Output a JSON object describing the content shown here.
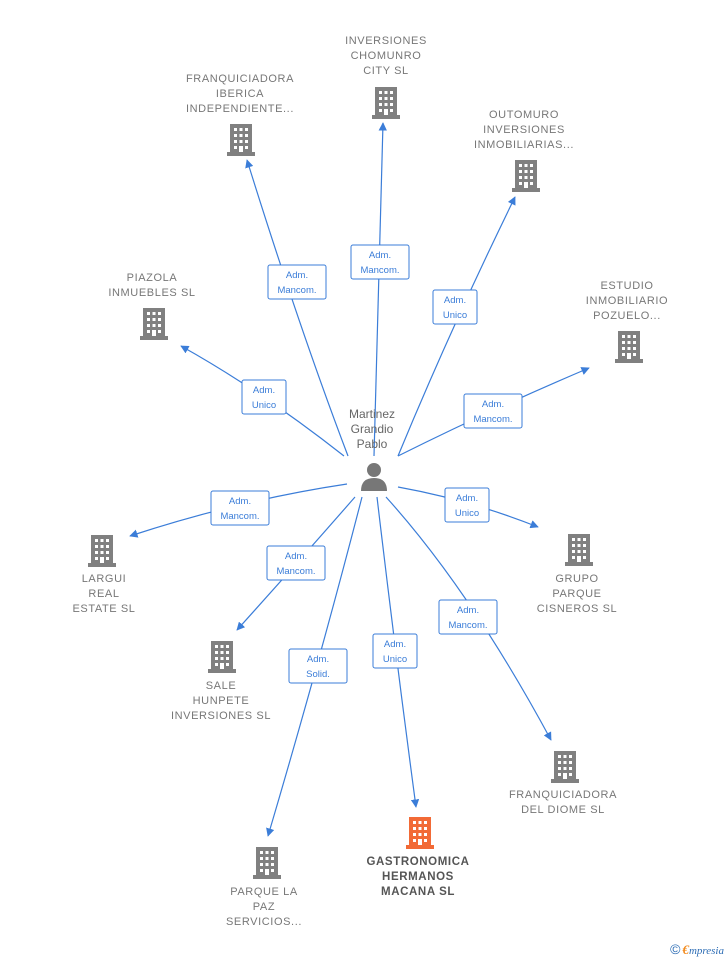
{
  "center": {
    "name_lines": [
      "Martinez",
      "Grandio",
      "Pablo"
    ],
    "icon": "person-icon"
  },
  "colors": {
    "edge": "#3b7dd8",
    "building": "#808080",
    "building_highlight": "#f26a36"
  },
  "nodes": [
    {
      "id": "inversiones-chomunro",
      "label_lines": [
        "INVERSIONES",
        "CHOMUNRO",
        "CITY  SL"
      ],
      "role_lines": [
        "Adm.",
        "Mancom."
      ],
      "icon": "building-icon",
      "highlight": false
    },
    {
      "id": "franquiciadora-iberica",
      "label_lines": [
        "FRANQUICIADORA",
        "IBERICA",
        "INDEPENDIENTE..."
      ],
      "role_lines": [
        "Adm.",
        "Mancom."
      ],
      "icon": "building-icon",
      "highlight": false
    },
    {
      "id": "outomuro",
      "label_lines": [
        "OUTOMURO",
        "INVERSIONES",
        "INMOBILIARIAS..."
      ],
      "role_lines": [
        "Adm.",
        "Unico"
      ],
      "icon": "building-icon",
      "highlight": false
    },
    {
      "id": "piazola",
      "label_lines": [
        "PIAZOLA",
        "INMUEBLES SL"
      ],
      "role_lines": [
        "Adm.",
        "Unico"
      ],
      "icon": "building-icon",
      "highlight": false
    },
    {
      "id": "estudio-inmobiliario",
      "label_lines": [
        "ESTUDIO",
        "INMOBILIARIO",
        "POZUELO..."
      ],
      "role_lines": [
        "Adm.",
        "Mancom."
      ],
      "icon": "building-icon",
      "highlight": false
    },
    {
      "id": "largui",
      "label_lines": [
        "LARGUI",
        "REAL",
        "ESTATE  SL"
      ],
      "role_lines": [
        "Adm.",
        "Mancom."
      ],
      "icon": "building-icon",
      "highlight": false
    },
    {
      "id": "grupo-parque",
      "label_lines": [
        "GRUPO",
        "PARQUE",
        "CISNEROS  SL"
      ],
      "role_lines": [
        "Adm.",
        "Unico"
      ],
      "icon": "building-icon",
      "highlight": false
    },
    {
      "id": "sale-hunpete",
      "label_lines": [
        "SALE",
        "HUNPETE",
        "INVERSIONES SL"
      ],
      "role_lines": [
        "Adm.",
        "Mancom."
      ],
      "icon": "building-icon",
      "highlight": false
    },
    {
      "id": "franquiciadora-diome",
      "label_lines": [
        "FRANQUICIADORA",
        "DEL DIOME SL"
      ],
      "role_lines": [
        "Adm.",
        "Mancom."
      ],
      "icon": "building-icon",
      "highlight": false
    },
    {
      "id": "parque-la-paz",
      "label_lines": [
        "PARQUE LA",
        "PAZ",
        "SERVICIOS..."
      ],
      "role_lines": [
        "Adm.",
        "Solid."
      ],
      "icon": "building-icon",
      "highlight": false
    },
    {
      "id": "gastronomica",
      "label_lines": [
        "GASTRONOMICA",
        "HERMANOS",
        "MACANA  SL"
      ],
      "role_lines": [
        "Adm.",
        "Unico"
      ],
      "icon": "building-icon",
      "highlight": true
    }
  ],
  "footer": {
    "copyright": "©",
    "brand_initial": "€",
    "brand_rest": "mpresia"
  }
}
